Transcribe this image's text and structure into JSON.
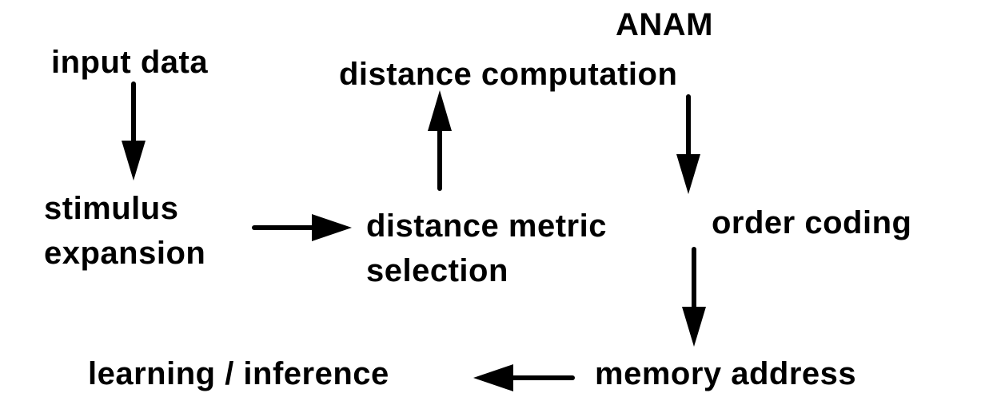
{
  "diagram": {
    "title": "ANAM",
    "nodes": {
      "input_data": "input data",
      "stimulus_expansion_1": "stimulus",
      "stimulus_expansion_2": "expansion",
      "distance_metric_1": "distance metric",
      "distance_metric_2": "selection",
      "distance_computation": "distance computation",
      "order_coding": "order coding",
      "memory_address": "memory address",
      "learning_inference": "learning / inference"
    },
    "edges": [
      {
        "from": "input data",
        "to": "stimulus expansion"
      },
      {
        "from": "stimulus expansion",
        "to": "distance metric selection"
      },
      {
        "from": "distance metric selection",
        "to": "distance computation"
      },
      {
        "from": "distance computation",
        "to": "order coding"
      },
      {
        "from": "order coding",
        "to": "memory address"
      },
      {
        "from": "memory address",
        "to": "learning / inference"
      }
    ],
    "colors": {
      "ink": "#000000",
      "background": "#ffffff"
    }
  }
}
